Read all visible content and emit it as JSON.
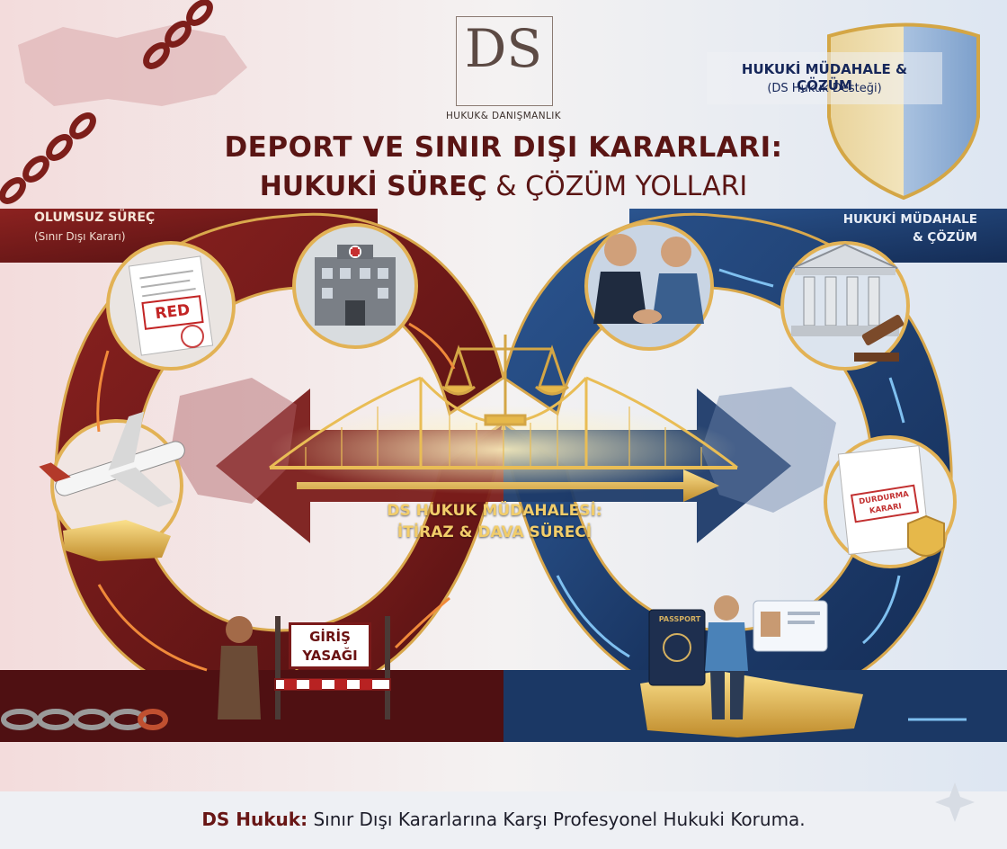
{
  "logo": {
    "monogram": "DS",
    "brand": "HUKUK& DANIŞMANLIK"
  },
  "title": {
    "line1": "DEPORT VE SINIR DIŞI KARARLARI:",
    "line2_bold": "HUKUKİ SÜREÇ",
    "line2_rest": "& ÇÖZÜM YOLLARI"
  },
  "shield": {
    "title": "HUKUKİ MÜDAHALE & ÇÖZÜM",
    "subtitle": "(DS Hukuk Desteği)"
  },
  "negative": {
    "title": "OLUMSUZ SÜREÇ",
    "subtitle": "(Sınır Dışı Kararı)",
    "stamp": "RED",
    "sign_line1": "GİRİŞ",
    "sign_line2": "YASAĞI"
  },
  "positive": {
    "title_line1": "HUKUKİ MÜDAHALE",
    "title_line2": "& ÇÖZÜM",
    "stamp_line1": "DURDURMA",
    "stamp_line2": "KARARI",
    "passport": "PASSPORT"
  },
  "center": {
    "line1": "DS HUKUK MÜDAHALESİ:",
    "line2": "İTİRAZ & DAVA SÜRECİ"
  },
  "footer": {
    "bold": "DS Hukuk:",
    "rest": "Sınır Dışı Kararlarına Karşı Profesyonel Hukuki Koruma."
  },
  "colors": {
    "maroon": "#6b1716",
    "navy": "#1e3d6e",
    "gold": "#e6b84a",
    "title": "#5a1514"
  }
}
